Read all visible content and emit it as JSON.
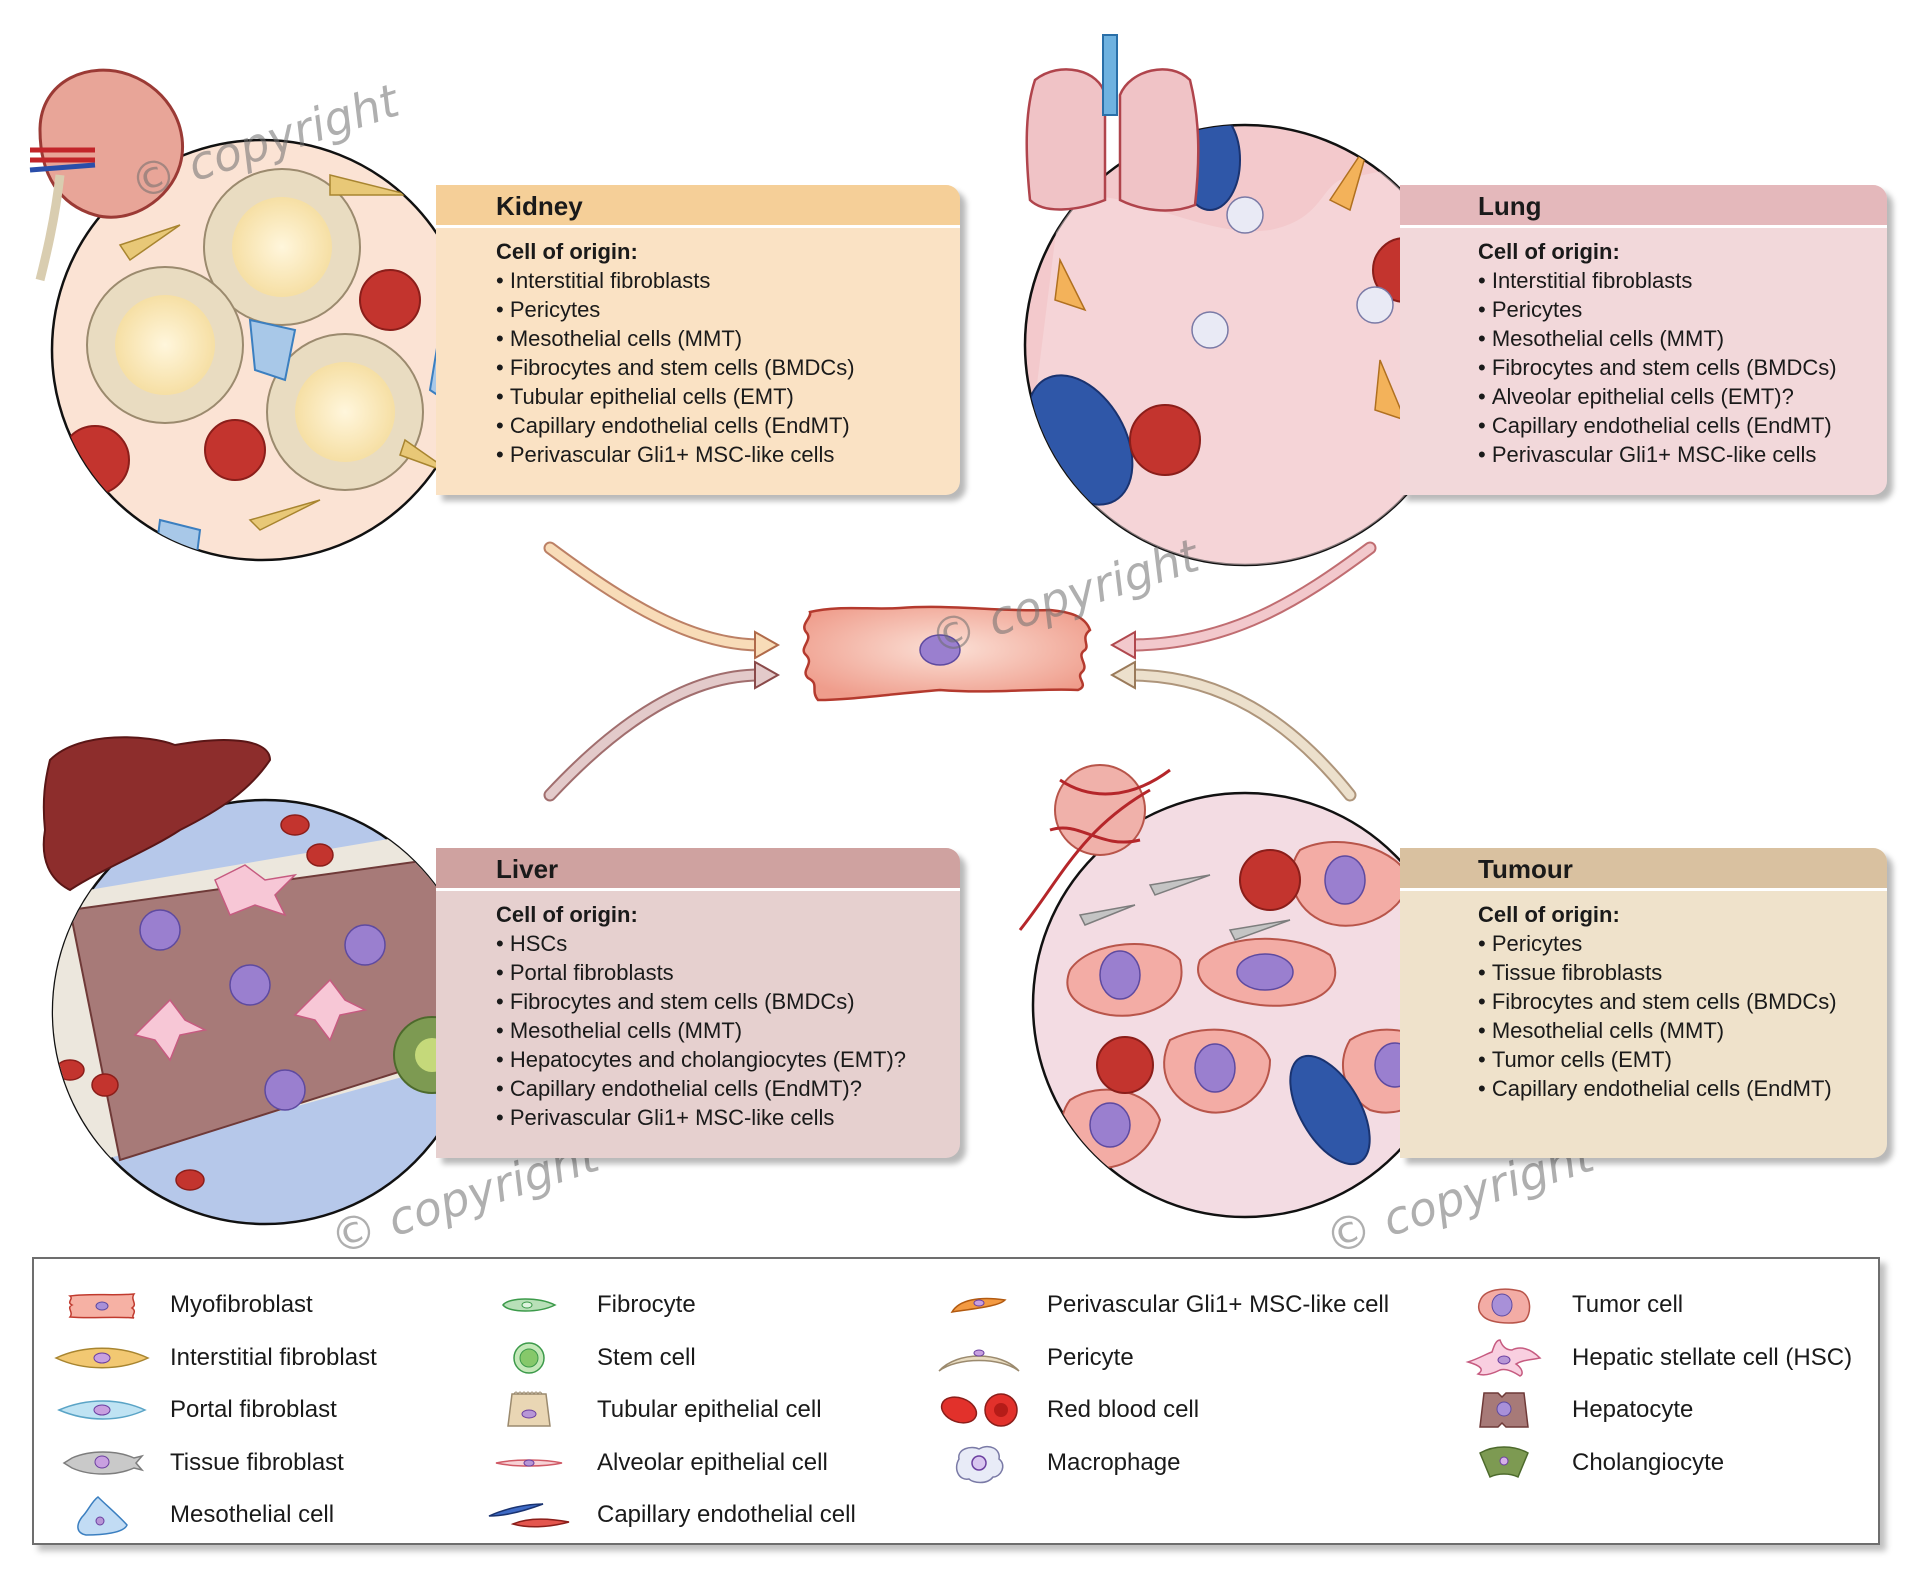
{
  "panels": {
    "kidney": {
      "title": "Kidney",
      "subtitle": "Cell of origin:",
      "items": [
        "Interstitial fibroblasts",
        "Pericytes",
        "Mesothelial cells (MMT)",
        "Fibrocytes and stem cells (BMDCs)",
        "Tubular epithelial cells (EMT)",
        "Capillary endothelial cells (EndMT)",
        "Perivascular Gli1+ MSC-like cells"
      ],
      "colors": {
        "header": "#f5cf98",
        "body": "#fae2c4",
        "arrow": "#f6d3a8"
      }
    },
    "lung": {
      "title": "Lung",
      "subtitle": "Cell of origin:",
      "items": [
        "Interstitial fibroblasts",
        "Pericytes",
        "Mesothelial cells (MMT)",
        "Fibrocytes and stem cells (BMDCs)",
        "Alveolar epithelial cells (EMT)?",
        "Capillary endothelial cells (EndMT)",
        "Perivascular Gli1+ MSC-like cells"
      ],
      "colors": {
        "header": "#e4b8bb",
        "body": "#f2d8da",
        "arrow": "#eeb9bd"
      }
    },
    "liver": {
      "title": "Liver",
      "subtitle": "Cell of origin:",
      "items": [
        "HSCs",
        "Portal fibroblasts",
        "Fibrocytes and stem cells (BMDCs)",
        "Mesothelial cells (MMT)",
        "Hepatocytes and cholangiocytes (EMT)?",
        "Capillary endothelial cells (EndMT)?",
        "Perivascular Gli1+ MSC-like cells"
      ],
      "colors": {
        "header": "#cfa2a0",
        "body": "#e6d0cf",
        "arrow": "#dcc0c0"
      }
    },
    "tumour": {
      "title": "Tumour",
      "subtitle": "Cell of origin:",
      "items": [
        "Pericytes",
        "Tissue fibroblasts",
        "Fibrocytes and stem cells (BMDCs)",
        "Mesothelial cells (MMT)",
        "Tumor cells (EMT)",
        "Capillary endothelial cells (EndMT)"
      ],
      "colors": {
        "header": "#d9c1a0",
        "body": "#efe2cb",
        "arrow": "#e6d6bd"
      }
    }
  },
  "center": {
    "cell": "myofibroblast",
    "color": "#f2a898"
  },
  "watermark": "© copyright",
  "legend": {
    "columns": [
      [
        {
          "label": "Myofibroblast",
          "icon": "myofibroblast-icon"
        },
        {
          "label": "Interstitial fibroblast",
          "icon": "interstitial-fibroblast-icon"
        },
        {
          "label": "Portal fibroblast",
          "icon": "portal-fibroblast-icon"
        },
        {
          "label": "Tissue fibroblast",
          "icon": "tissue-fibroblast-icon"
        },
        {
          "label": "Mesothelial cell",
          "icon": "mesothelial-cell-icon"
        }
      ],
      [
        {
          "label": "Fibrocyte",
          "icon": "fibrocyte-icon"
        },
        {
          "label": "Stem cell",
          "icon": "stem-cell-icon"
        },
        {
          "label": "Tubular epithelial cell",
          "icon": "tubular-epithelial-cell-icon"
        },
        {
          "label": "Alveolar epithelial cell",
          "icon": "alveolar-epithelial-cell-icon"
        },
        {
          "label": "Capillary endothelial cell",
          "icon": "capillary-endothelial-cell-icon"
        }
      ],
      [
        {
          "label": "Perivascular Gli1+ MSC-like cell",
          "icon": "perivascular-msc-icon"
        },
        {
          "label": "Pericyte",
          "icon": "pericyte-icon"
        },
        {
          "label": "Red blood cell",
          "icon": "red-blood-cell-icon"
        },
        {
          "label": "Macrophage",
          "icon": "macrophage-icon"
        }
      ],
      [
        {
          "label": "Tumor cell",
          "icon": "tumor-cell-icon"
        },
        {
          "label": "Hepatic stellate cell (HSC)",
          "icon": "hepatic-stellate-cell-icon"
        },
        {
          "label": "Hepatocyte",
          "icon": "hepatocyte-icon"
        },
        {
          "label": "Cholangiocyte",
          "icon": "cholangiocyte-icon"
        }
      ]
    ]
  }
}
